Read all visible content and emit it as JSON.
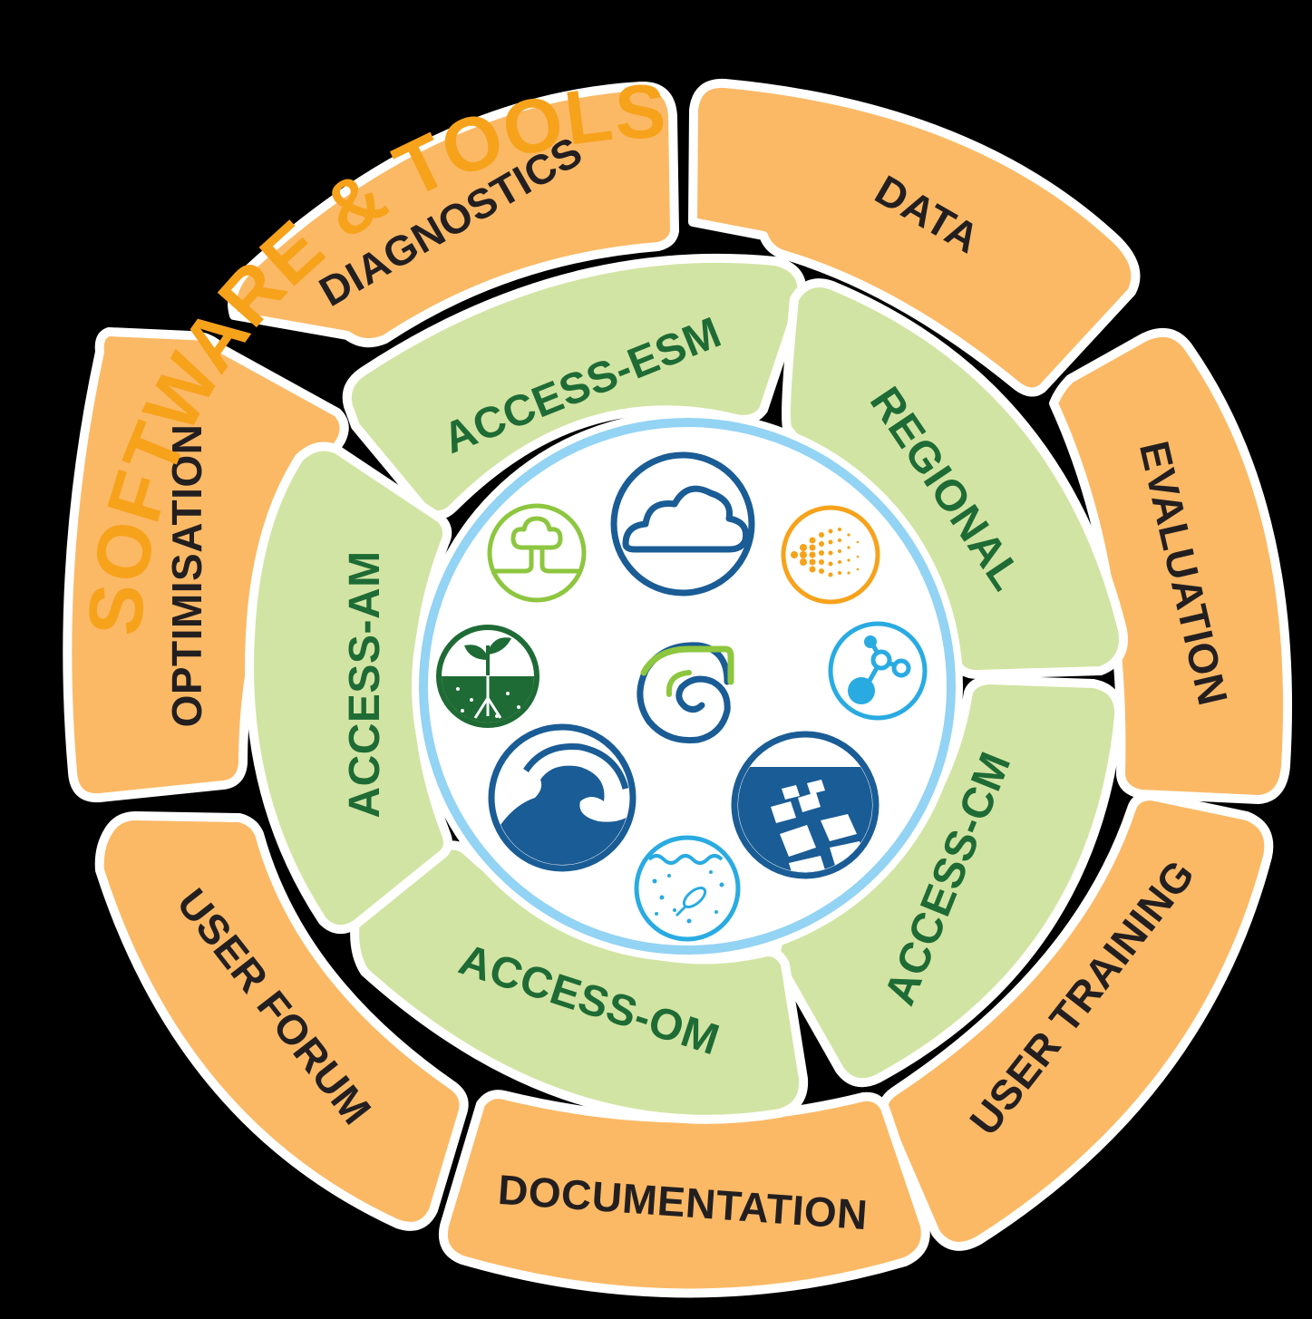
{
  "title": "SOFTWARE & TOOLS",
  "outer_ring": {
    "segments": [
      {
        "label": "DIAGNOSTICS"
      },
      {
        "label": "DATA"
      },
      {
        "label": "EVALUATION"
      },
      {
        "label": "USER TRAINING"
      },
      {
        "label": "DOCUMENTATION"
      },
      {
        "label": "USER FORUM"
      },
      {
        "label": "OPTIMISATION"
      }
    ]
  },
  "middle_ring": {
    "segments": [
      {
        "label": "ACCESS-ESM"
      },
      {
        "label": "REGIONAL"
      },
      {
        "label": "ACCESS-CM"
      },
      {
        "label": "ACCESS-OM"
      },
      {
        "label": "ACCESS-AM"
      }
    ]
  },
  "hub": {
    "icons": [
      "cloud-icon",
      "aerosol-icon",
      "molecule-icon",
      "sea-ice-icon",
      "ocean-biogeochemistry-icon",
      "wave-icon",
      "plant-roots-icon",
      "tree-icon",
      "swirl-logo-icon"
    ]
  },
  "colors": {
    "background": "#000000",
    "outer_fill": "#fbb966",
    "middle_fill": "#d2e4a3",
    "title": "#f7a21b",
    "outer_text": "#231f20",
    "middle_text": "#1e6b35",
    "hub_ring": "#93d3f4",
    "dark_blue": "#1a5c95",
    "green": "#8dc63f",
    "dark_green": "#1e6b35",
    "orange": "#f7a21b",
    "cyan": "#29abe2"
  }
}
